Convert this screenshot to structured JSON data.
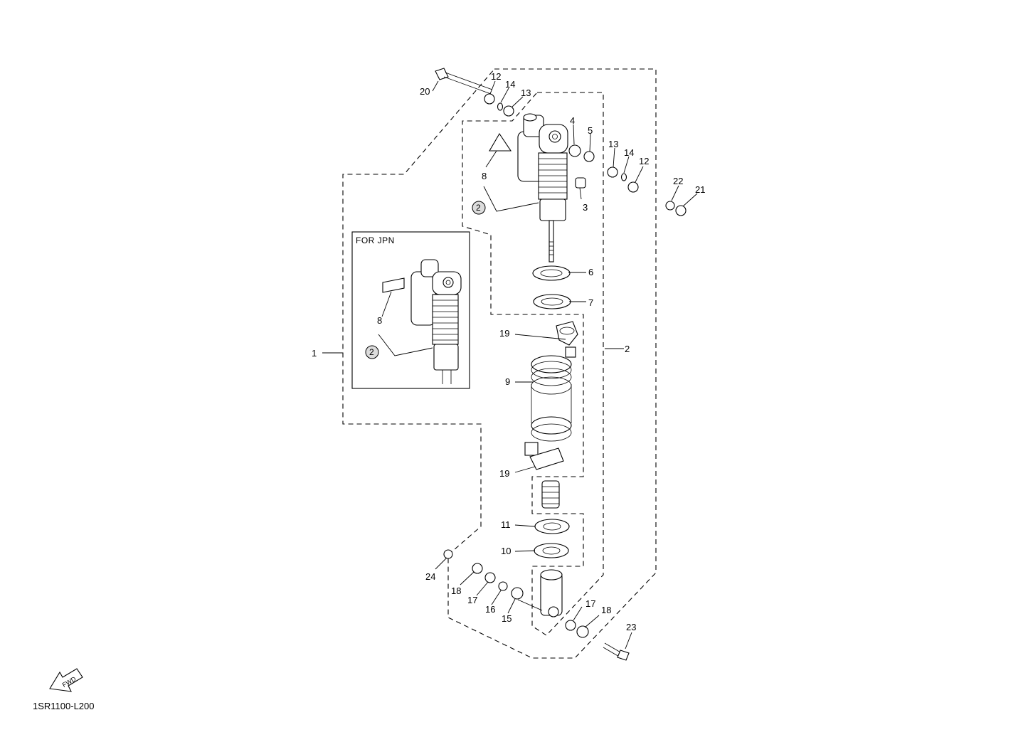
{
  "diagram": {
    "drawing_code": "1SR1100-L200",
    "inset_title": "FOR JPN",
    "fwd_arrow_text": "FWD",
    "callouts": {
      "c1": "1",
      "c2": "2",
      "c3": "3",
      "c4": "4",
      "c5": "5",
      "c6": "6",
      "c7": "7",
      "c8a": "8",
      "c8b": "8",
      "c9": "9",
      "c10": "10",
      "c11": "11",
      "c12a": "12",
      "c12b": "12",
      "c13a": "13",
      "c13b": "13",
      "c14a": "14",
      "c14b": "14",
      "c15": "15",
      "c16": "16",
      "c17a": "17",
      "c17b": "17",
      "c18a": "18",
      "c18b": "18",
      "c19a": "19",
      "c19b": "19",
      "c20": "20",
      "c21": "21",
      "c22": "22",
      "c23": "23",
      "c24": "24"
    },
    "ref_marks": {
      "r1": "2",
      "r2": "2"
    }
  }
}
